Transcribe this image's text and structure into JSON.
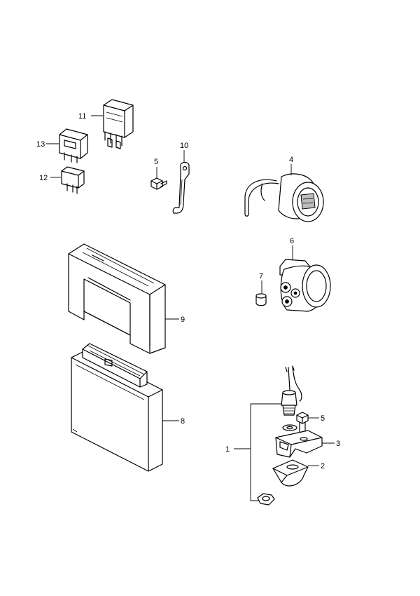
{
  "callouts": {
    "p1": "1",
    "p2": "2",
    "p3": "3",
    "p4": "4",
    "p5a": "5",
    "p5b": "5",
    "p6": "6",
    "p7": "7",
    "p8": "8",
    "p9": "9",
    "p10": "10",
    "p11": "11",
    "p12": "12",
    "p13": "13"
  }
}
